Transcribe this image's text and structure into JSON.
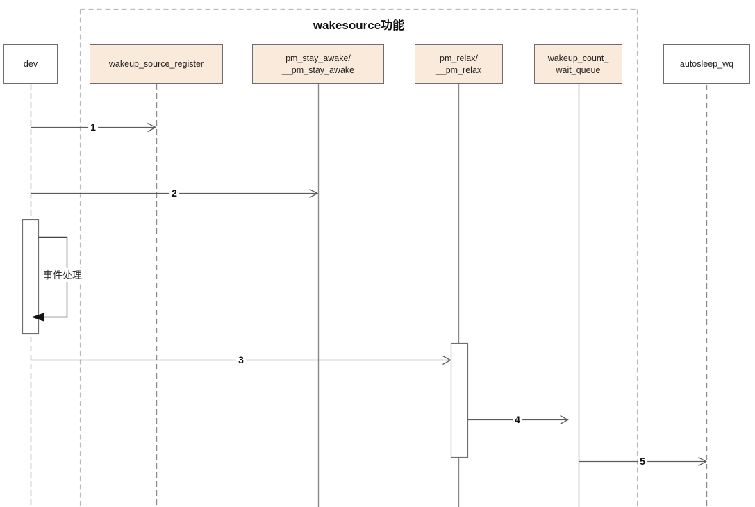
{
  "diagram": {
    "type": "sequence-diagram",
    "frame_title": "wakesource功能",
    "participants": [
      {
        "name": "dev",
        "lines": [
          "dev"
        ],
        "fill": "white",
        "lifeline": "dashed"
      },
      {
        "name": "wakeup_source_register",
        "lines": [
          "wakeup_source_register"
        ],
        "fill": "peach",
        "lifeline": "dashed"
      },
      {
        "name": "pm_stay_awake",
        "lines": [
          "pm_stay_awake/",
          "__pm_stay_awake"
        ],
        "fill": "peach",
        "lifeline": "solid"
      },
      {
        "name": "pm_relax",
        "lines": [
          "pm_relax/",
          "__pm_relax"
        ],
        "fill": "peach",
        "lifeline": "solid"
      },
      {
        "name": "wakeup_count_wait_queue",
        "lines": [
          "wakeup_count_",
          "wait_queue"
        ],
        "fill": "peach",
        "lifeline": "solid"
      },
      {
        "name": "autosleep_wq",
        "lines": [
          "autosleep_wq"
        ],
        "fill": "white",
        "lifeline": "dashed"
      }
    ],
    "messages": [
      {
        "seq": "1",
        "from": "dev",
        "to": "wakeup_source_register"
      },
      {
        "seq": "2",
        "from": "dev",
        "to": "pm_stay_awake/__pm_stay_awake"
      },
      {
        "seq": "3",
        "from": "dev",
        "to": "pm_relax/__pm_relax"
      },
      {
        "seq": "4",
        "from": "pm_relax/__pm_relax",
        "to": "wakeup_count_wait_queue"
      },
      {
        "seq": "5",
        "from": "wakeup_count_wait_queue",
        "to": "autosleep_wq"
      }
    ],
    "self_message": {
      "on": "dev",
      "label": "事件处理"
    },
    "activations": [
      {
        "on": "dev"
      },
      {
        "on": "pm_relax/__pm_relax"
      }
    ],
    "colors": {
      "participant_fill": "#faeadb",
      "participant_border": "#6e6e6e",
      "lifeline": "#8a8a8a",
      "frame_border": "#b9b9b9",
      "arrow": "#5c5c5c",
      "self_arrowhead": "#141414",
      "text": "#222222"
    }
  }
}
